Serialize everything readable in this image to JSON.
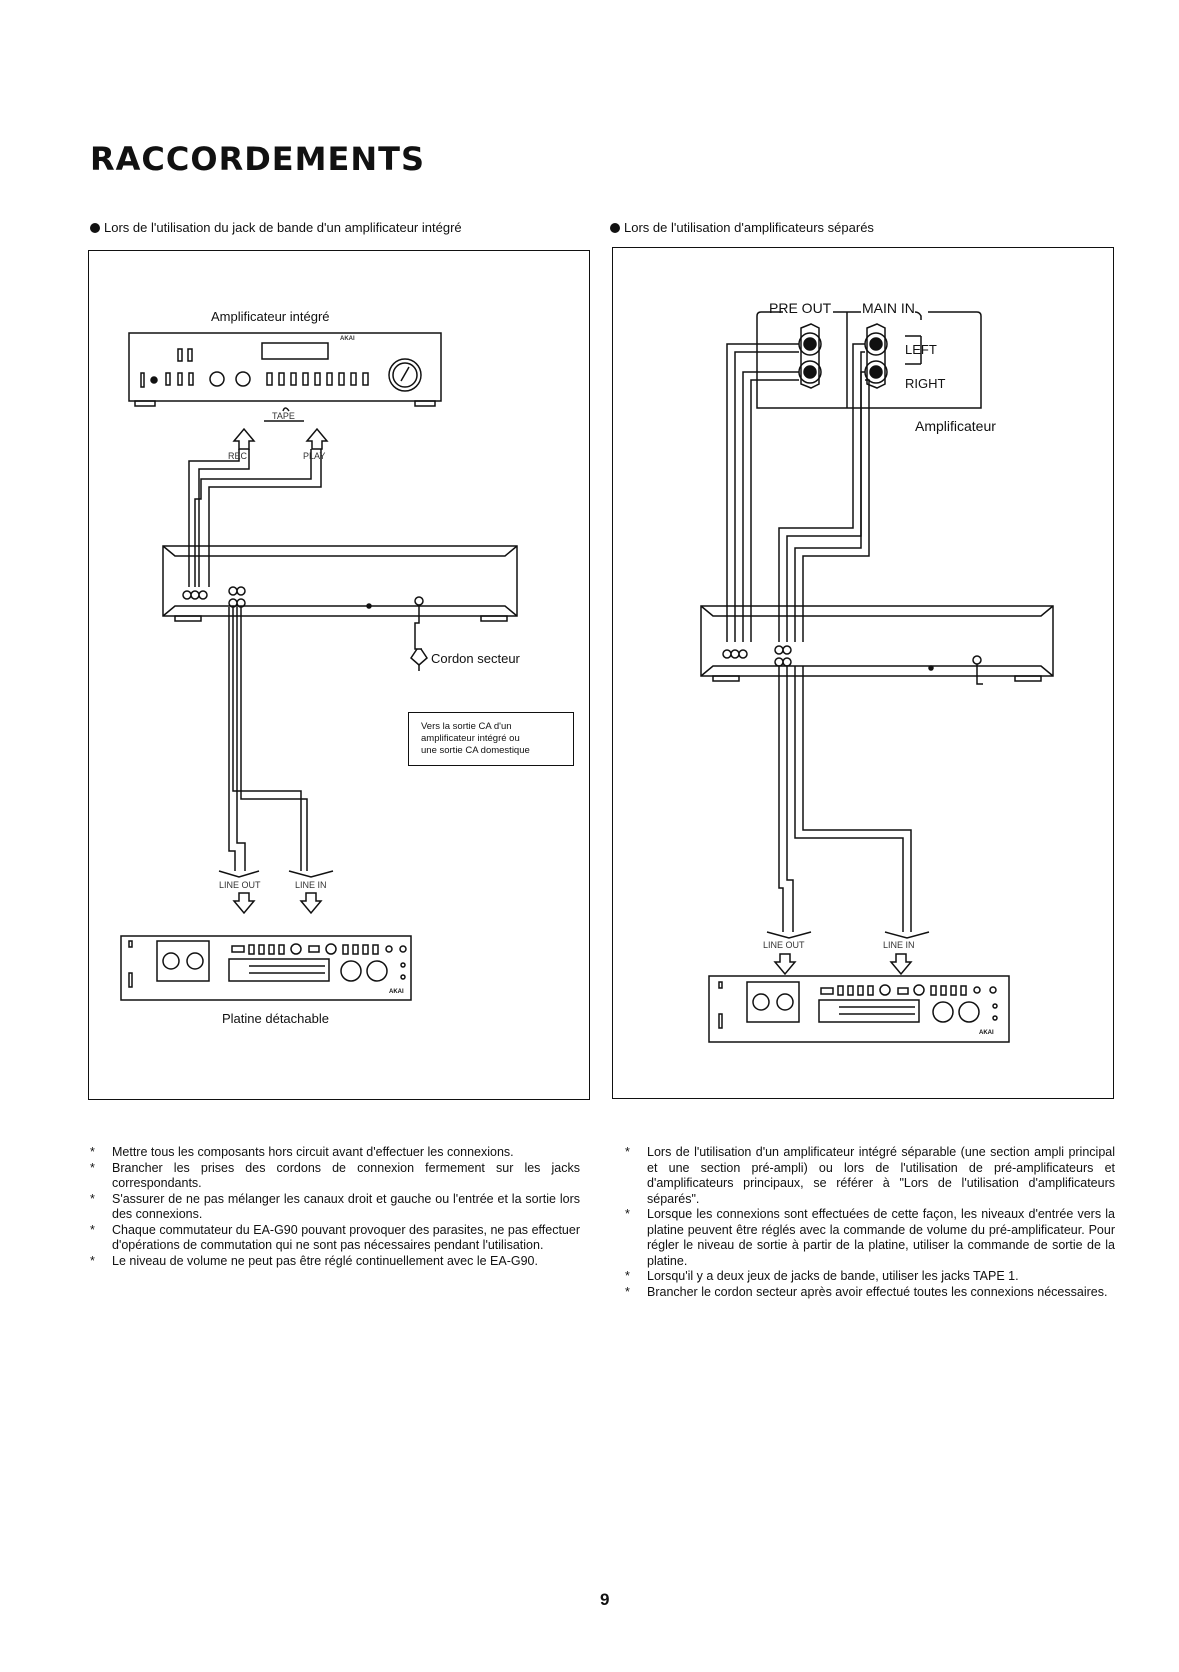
{
  "page": {
    "title": "RACCORDEMENTS",
    "page_number": "9"
  },
  "left_diagram": {
    "caption": "Lors de l'utilisation du jack de bande d'un amplificateur intégré",
    "amplifier_label": "Amplificateur intégré",
    "amp_brand": "AKAI",
    "tape_label": "TAPE",
    "rec_label": "REC",
    "play_label": "PLAY",
    "power_cord_label": "Cordon secteur",
    "note_lines": [
      "Vers la sortie CA d'un",
      "amplificateur intégré ou",
      "une sortie CA domestique"
    ],
    "line_out_label": "LINE OUT",
    "line_in_label": "LINE IN",
    "deck_label": "Platine détachable",
    "deck_brand": "AKAI"
  },
  "right_diagram": {
    "caption": "Lors de l'utilisation d'amplificateurs séparés",
    "pre_out_label": "PRE OUT",
    "main_in_label": "MAIN IN",
    "left_label": "LEFT",
    "right_label": "RIGHT",
    "amplifier_label": "Amplificateur",
    "line_out_label": "LINE OUT",
    "line_in_label": "LINE IN",
    "deck_brand": "AKAI"
  },
  "left_notes": [
    "Mettre tous les composants hors circuit avant d'effectuer les connexions.",
    "Brancher les prises des cordons de connexion fermement sur les jacks correspondants.",
    "S'assurer de ne pas mélanger les canaux droit et gauche ou l'entrée et la sortie lors des connexions.",
    "Chaque commutateur du EA-G90 pouvant provoquer des parasites, ne pas effectuer d'opérations de commutation qui ne sont pas nécessaires pendant l'utilisation.",
    "Le niveau de volume ne peut pas être réglé continuellement avec le EA-G90."
  ],
  "right_notes": [
    "Lors de l'utilisation d'un amplificateur intégré séparable (une section ampli principal et une section pré-ampli) ou lors de l'utilisation de pré-amplificateurs et d'amplificateurs principaux, se référer à \"Lors de l'utilisation d'amplificateurs séparés\".",
    "Lorsque les connexions sont effectuées de cette façon, les niveaux d'entrée vers la platine peuvent être réglés avec la commande de volume du pré-amplificateur. Pour régler le niveau de sortie à partir de la platine, utiliser la commande de sortie de la platine.",
    "Lorsqu'il y a deux jeux de jacks de bande, utiliser les jacks TAPE 1.",
    "Brancher le cordon secteur après avoir effectué toutes les connexions nécessaires."
  ]
}
